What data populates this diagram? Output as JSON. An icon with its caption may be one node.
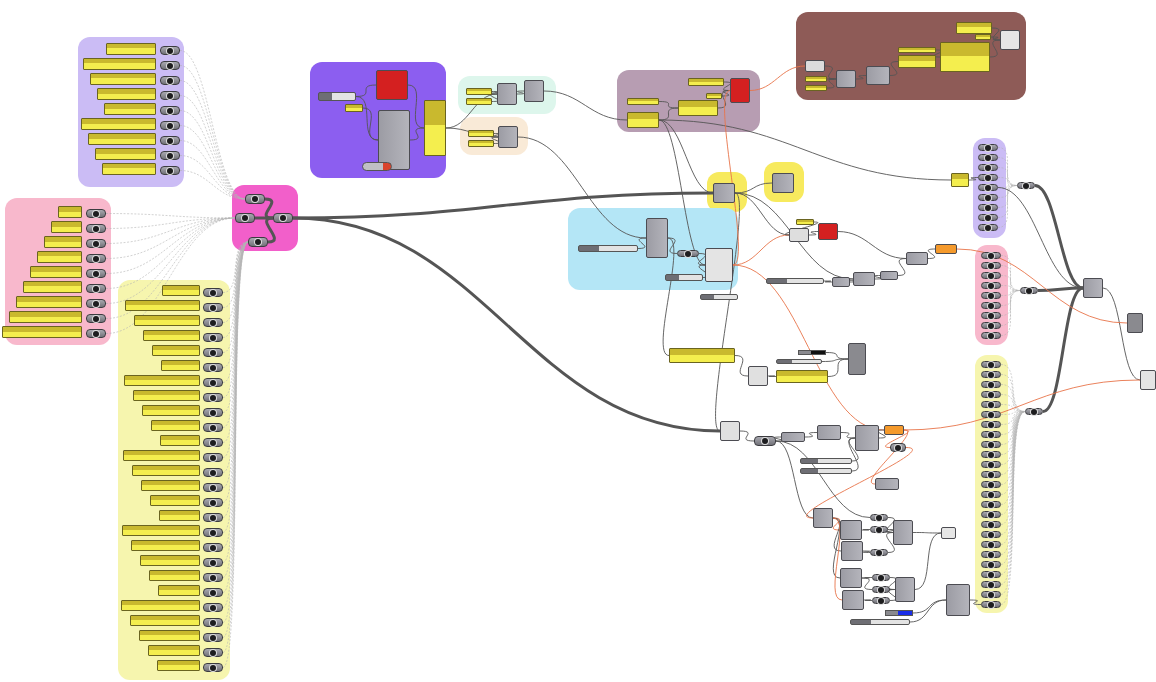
{
  "diagram": {
    "nodes": [
      {
        "text": [],
        "shape": "blob"
      },
      {
        "text": [],
        "shape": "box",
        "in": 0
      },
      {
        "text": [],
        "shape": "pill",
        "in": 0
      },
      {
        "text": [],
        "shape": "box",
        "in": 0
      },
      {
        "text": [],
        "shape": "pill",
        "in": 0
      },
      {
        "text": [],
        "shape": "box",
        "in": 0
      },
      {
        "text": [],
        "shape": "pill",
        "in": 0
      },
      {
        "text": [],
        "shape": "box",
        "in": 0
      },
      {
        "text": [],
        "shape": "pill",
        "in": 0
      },
      {
        "text": [],
        "shape": "box",
        "in": 0
      },
      {
        "text": [],
        "shape": "pill",
        "in": 0
      },
      {
        "text": [],
        "shape": "box",
        "in": 0
      },
      {
        "text": [],
        "shape": "pill",
        "in": 0
      },
      {
        "text": [],
        "shape": "box",
        "in": 0
      },
      {
        "text": [],
        "shape": "pill",
        "in": 0
      },
      {
        "text": [],
        "shape": "box",
        "in": 0
      },
      {
        "text": [],
        "shape": "pill",
        "in": 0
      },
      {
        "text": [],
        "shape": "box",
        "in": 0
      },
      {
        "text": [],
        "shape": "pill",
        "in": 0
      },
      {
        "text": [],
        "shape": "blob"
      },
      {
        "text": [],
        "shape": "box",
        "in": 19
      },
      {
        "text": [],
        "shape": "pill",
        "in": 19
      },
      {
        "text": [],
        "shape": "box",
        "in": 19
      },
      {
        "text": [],
        "shape": "pill",
        "in": 19
      },
      {
        "text": [],
        "shape": "box",
        "in": 19
      },
      {
        "text": [],
        "shape": "pill",
        "in": 19
      },
      {
        "text": [],
        "shape": "box",
        "in": 19
      },
      {
        "text": [],
        "shape": "pill",
        "in": 19
      },
      {
        "text": [],
        "shape": "box",
        "in": 19
      },
      {
        "text": [],
        "shape": "pill",
        "in": 19
      },
      {
        "text": [],
        "shape": "box",
        "in": 19
      },
      {
        "text": [],
        "shape": "pill",
        "in": 19
      },
      {
        "text": [],
        "shape": "box",
        "in": 19
      },
      {
        "text": [],
        "shape": "pill",
        "in": 19
      },
      {
        "text": [],
        "shape": "box",
        "in": 19
      },
      {
        "text": [],
        "shape": "pill",
        "in": 19
      },
      {
        "text": [],
        "shape": "box",
        "in": 19
      },
      {
        "text": [],
        "shape": "pill",
        "in": 19
      },
      {
        "text": [],
        "shape": "blob"
      },
      {
        "text": [],
        "shape": "box",
        "in": 38
      },
      {
        "text": [],
        "shape": "pill",
        "in": 38
      },
      {
        "text": [],
        "shape": "box",
        "in": 38
      },
      {
        "text": [],
        "shape": "pill",
        "in": 38
      },
      {
        "text": [],
        "shape": "box",
        "in": 38
      },
      {
        "text": [],
        "shape": "pill",
        "in": 38
      },
      {
        "text": [],
        "shape": "box",
        "in": 38
      },
      {
        "text": [],
        "shape": "pill",
        "in": 38
      },
      {
        "text": [],
        "shape": "box",
        "in": 38
      },
      {
        "text": [],
        "shape": "pill",
        "in": 38
      },
      {
        "text": [],
        "shape": "box",
        "in": 38
      },
      {
        "text": [],
        "shape": "pill",
        "in": 38
      },
      {
        "text": [],
        "shape": "box",
        "in": 38
      },
      {
        "text": [],
        "shape": "pill",
        "in": 38
      },
      {
        "text": [],
        "shape": "box",
        "in": 38
      },
      {
        "text": [],
        "shape": "pill",
        "in": 38
      },
      {
        "text": [],
        "shape": "box",
        "in": 38
      },
      {
        "text": [],
        "shape": "pill",
        "in": 38
      },
      {
        "text": [],
        "shape": "box",
        "in": 38
      },
      {
        "text": [],
        "shape": "pill",
        "in": 38
      },
      {
        "text": [],
        "shape": "box",
        "in": 38
      },
      {
        "text": [],
        "shape": "pill",
        "in": 38
      },
      {
        "text": [],
        "shape": "box",
        "in": 38
      },
      {
        "text": [],
        "shape": "pill",
        "in": 38
      },
      {
        "text": [],
        "shape": "box",
        "in": 38
      },
      {
        "text": [],
        "shape": "pill",
        "in": 38
      },
      {
        "text": [],
        "shape": "box",
        "in": 38
      },
      {
        "text": [],
        "shape": "pill",
        "in": 38
      },
      {
        "text": [],
        "shape": "box",
        "in": 38
      },
      {
        "text": [],
        "shape": "pill",
        "in": 38
      },
      {
        "text": [],
        "shape": "box",
        "in": 38
      },
      {
        "text": [],
        "shape": "pill",
        "in": 38
      },
      {
        "text": [],
        "shape": "box",
        "in": 38
      },
      {
        "text": [],
        "shape": "pill",
        "in": 38
      },
      {
        "text": [],
        "shape": "box",
        "in": 38
      },
      {
        "text": [],
        "shape": "pill",
        "in": 38
      },
      {
        "text": [],
        "shape": "box",
        "in": 38
      },
      {
        "text": [],
        "shape": "pill",
        "in": 38
      },
      {
        "text": [],
        "shape": "box",
        "in": 38
      },
      {
        "text": [],
        "shape": "pill",
        "in": 38
      },
      {
        "text": [],
        "shape": "box",
        "in": 38
      },
      {
        "text": [],
        "shape": "pill",
        "in": 38
      },
      {
        "text": [],
        "shape": "box",
        "in": 38
      },
      {
        "text": [],
        "shape": "pill",
        "in": 38
      },
      {
        "text": [],
        "shape": "box",
        "in": 38
      },
      {
        "text": [],
        "shape": "pill",
        "in": 38
      },
      {
        "text": [],
        "shape": "box",
        "in": 38
      },
      {
        "text": [],
        "shape": "pill",
        "in": 38
      },
      {
        "text": [],
        "shape": "box",
        "in": 38
      },
      {
        "text": [],
        "shape": "pill",
        "in": 38
      },
      {
        "text": [],
        "shape": "box",
        "in": 38
      },
      {
        "text": [],
        "shape": "pill",
        "in": 38
      },
      {
        "text": [],
        "shape": "blob"
      },
      {
        "text": [],
        "shape": "pill",
        "in": 91
      },
      {
        "text": [],
        "shape": "pill",
        "in": 91
      },
      {
        "text": [],
        "shape": "pill",
        "in": 91
      },
      {
        "text": [],
        "shape": "pill",
        "in": 91
      },
      {
        "text": [],
        "shape": "blob"
      },
      {
        "text": [],
        "shape": "slider",
        "in": 96
      },
      {
        "text": [],
        "shape": "box",
        "in": 96
      },
      {
        "text": [],
        "shape": "block",
        "in": 96
      },
      {
        "text": [],
        "shape": "block",
        "in": 96
      },
      {
        "text": [],
        "shape": "box",
        "in": 96
      },
      {
        "text": [],
        "shape": "button",
        "in": 96
      },
      {
        "text": [],
        "shape": "blob"
      },
      {
        "text": [],
        "shape": "box",
        "in": 103
      },
      {
        "text": [],
        "shape": "box",
        "in": 103
      },
      {
        "text": [],
        "shape": "block",
        "in": 103
      },
      {
        "text": [],
        "shape": "block",
        "in": 103
      },
      {
        "text": [],
        "shape": "blob"
      },
      {
        "text": [],
        "shape": "box",
        "in": 108
      },
      {
        "text": [],
        "shape": "box",
        "in": 108
      },
      {
        "text": [],
        "shape": "block",
        "in": 108
      },
      {
        "text": [],
        "shape": "blob"
      },
      {
        "text": [],
        "shape": "box",
        "in": 112
      },
      {
        "text": [],
        "shape": "box",
        "in": 112
      },
      {
        "text": [],
        "shape": "box",
        "in": 112
      },
      {
        "text": [],
        "shape": "box",
        "in": 112
      },
      {
        "text": [],
        "shape": "box",
        "in": 112
      },
      {
        "text": [],
        "shape": "block",
        "in": 112
      },
      {
        "text": [],
        "shape": "blob"
      },
      {
        "text": [],
        "shape": "block",
        "in": 119
      },
      {
        "text": [],
        "shape": "box",
        "in": 119
      },
      {
        "text": [],
        "shape": "box",
        "in": 119
      },
      {
        "text": [],
        "shape": "block",
        "in": 119
      },
      {
        "text": [],
        "shape": "block",
        "in": 119
      },
      {
        "text": [],
        "shape": "box",
        "in": 119
      },
      {
        "text": [],
        "shape": "box",
        "in": 119
      },
      {
        "text": [],
        "shape": "box",
        "in": 119
      },
      {
        "text": [],
        "shape": "box",
        "in": 119
      },
      {
        "text": [],
        "shape": "box",
        "in": 119
      },
      {
        "text": [],
        "shape": "block",
        "in": 119
      },
      {
        "text": [],
        "shape": "blob"
      },
      {
        "text": [],
        "shape": "block",
        "in": 131
      },
      {
        "text": [],
        "shape": "blob"
      },
      {
        "text": [],
        "shape": "block",
        "in": 133
      },
      {
        "text": [],
        "shape": "blob"
      },
      {
        "text": [],
        "shape": "block",
        "in": 135
      },
      {
        "text": [],
        "shape": "slider",
        "in": 135
      },
      {
        "text": [],
        "shape": "pill",
        "in": 135
      },
      {
        "text": [],
        "shape": "block",
        "in": 135
      },
      {
        "text": [],
        "shape": "slider",
        "in": 135
      },
      {
        "text": [],
        "shape": "box"
      },
      {
        "text": [],
        "shape": "block"
      },
      {
        "text": [],
        "shape": "block"
      },
      {
        "text": [],
        "shape": "block"
      },
      {
        "text": [],
        "shape": "block"
      },
      {
        "text": [],
        "shape": "slider"
      },
      {
        "text": [],
        "shape": "block"
      },
      {
        "text": [],
        "shape": "block"
      },
      {
        "text": [],
        "shape": "block"
      },
      {
        "text": [],
        "shape": "slider"
      },
      {
        "text": [],
        "shape": "box"
      },
      {
        "text": [],
        "shape": "block"
      },
      {
        "text": [],
        "shape": "box"
      },
      {
        "text": [],
        "shape": "bar"
      },
      {
        "text": [],
        "shape": "slider"
      },
      {
        "text": [],
        "shape": "block"
      },
      {
        "text": [],
        "shape": "block"
      },
      {
        "text": [],
        "shape": "pill"
      },
      {
        "text": [],
        "shape": "block"
      },
      {
        "text": [],
        "shape": "block"
      },
      {
        "text": [],
        "shape": "block"
      },
      {
        "text": [],
        "shape": "block"
      },
      {
        "text": [],
        "shape": "pill"
      },
      {
        "text": [],
        "shape": "slider"
      },
      {
        "text": [],
        "shape": "slider"
      },
      {
        "text": [],
        "shape": "block"
      },
      {
        "text": [],
        "shape": "block"
      },
      {
        "text": [],
        "shape": "block"
      },
      {
        "text": [],
        "shape": "block"
      },
      {
        "text": [],
        "shape": "block"
      },
      {
        "text": [],
        "shape": "block"
      },
      {
        "text": [],
        "shape": "pill"
      },
      {
        "text": [],
        "shape": "pill"
      },
      {
        "text": [],
        "shape": "pill"
      },
      {
        "text": [],
        "shape": "pill"
      },
      {
        "text": [],
        "shape": "pill"
      },
      {
        "text": [],
        "shape": "pill"
      },
      {
        "text": [],
        "shape": "block"
      },
      {
        "text": [],
        "shape": "block"
      },
      {
        "text": [],
        "shape": "block"
      },
      {
        "text": [],
        "shape": "bar"
      },
      {
        "text": [],
        "shape": "slider"
      },
      {
        "text": [],
        "shape": "block"
      },
      {
        "text": [],
        "shape": "blob"
      },
      {
        "text": [],
        "shape": "pill",
        "in": 184
      },
      {
        "text": [],
        "shape": "pill",
        "in": 184
      },
      {
        "text": [],
        "shape": "pill",
        "in": 184
      },
      {
        "text": [],
        "shape": "pill",
        "in": 184
      },
      {
        "text": [],
        "shape": "pill",
        "in": 184
      },
      {
        "text": [],
        "shape": "pill",
        "in": 184
      },
      {
        "text": [],
        "shape": "pill",
        "in": 184
      },
      {
        "text": [],
        "shape": "pill",
        "in": 184
      },
      {
        "text": [],
        "shape": "pill",
        "in": 184
      },
      {
        "text": [],
        "shape": "pill"
      },
      {
        "text": [],
        "shape": "box"
      },
      {
        "text": [],
        "shape": "blob"
      },
      {
        "text": [],
        "shape": "pill",
        "in": 196
      },
      {
        "text": [],
        "shape": "pill",
        "in": 196
      },
      {
        "text": [],
        "shape": "pill",
        "in": 196
      },
      {
        "text": [],
        "shape": "pill",
        "in": 196
      },
      {
        "text": [],
        "shape": "pill",
        "in": 196
      },
      {
        "text": [],
        "shape": "pill",
        "in": 196
      },
      {
        "text": [],
        "shape": "pill",
        "in": 196
      },
      {
        "text": [],
        "shape": "pill",
        "in": 196
      },
      {
        "text": [],
        "shape": "pill",
        "in": 196
      },
      {
        "text": [],
        "shape": "pill"
      },
      {
        "text": [],
        "shape": "blob"
      },
      {
        "text": [],
        "shape": "pill",
        "in": 207
      },
      {
        "text": [],
        "shape": "pill",
        "in": 207
      },
      {
        "text": [],
        "shape": "pill",
        "in": 207
      },
      {
        "text": [],
        "shape": "pill",
        "in": 207
      },
      {
        "text": [],
        "shape": "pill",
        "in": 207
      },
      {
        "text": [],
        "shape": "pill",
        "in": 207
      },
      {
        "text": [],
        "shape": "pill",
        "in": 207
      },
      {
        "text": [],
        "shape": "pill",
        "in": 207
      },
      {
        "text": [],
        "shape": "pill",
        "in": 207
      },
      {
        "text": [],
        "shape": "pill",
        "in": 207
      },
      {
        "text": [],
        "shape": "pill",
        "in": 207
      },
      {
        "text": [],
        "shape": "pill",
        "in": 207
      },
      {
        "text": [],
        "shape": "pill",
        "in": 207
      },
      {
        "text": [],
        "shape": "pill",
        "in": 207
      },
      {
        "text": [],
        "shape": "pill",
        "in": 207
      },
      {
        "text": [],
        "shape": "pill",
        "in": 207
      },
      {
        "text": [],
        "shape": "pill",
        "in": 207
      },
      {
        "text": [],
        "shape": "pill",
        "in": 207
      },
      {
        "text": [],
        "shape": "pill",
        "in": 207
      },
      {
        "text": [],
        "shape": "pill",
        "in": 207
      },
      {
        "text": [],
        "shape": "pill",
        "in": 207
      },
      {
        "text": [],
        "shape": "pill",
        "in": 207
      },
      {
        "text": [],
        "shape": "pill",
        "in": 207
      },
      {
        "text": [],
        "shape": "pill",
        "in": 207
      },
      {
        "text": [],
        "shape": "pill",
        "in": 207
      },
      {
        "text": [],
        "shape": "pill"
      },
      {
        "text": [],
        "shape": "block"
      },
      {
        "text": [],
        "shape": "block"
      },
      {
        "text": [],
        "shape": "block"
      }
    ],
    "edges": [
      {
        "from": 2,
        "to": 92,
        "arrow": "none",
        "style": "dashed",
        "color": "#b4b4b4"
      },
      {
        "from": 4,
        "to": 92,
        "arrow": "none",
        "style": "dashed",
        "color": "#b4b4b4"
      },
      {
        "from": 6,
        "to": 92,
        "arrow": "none",
        "style": "dashed",
        "color": "#b4b4b4"
      },
      {
        "from": 8,
        "to": 92,
        "arrow": "none",
        "style": "dashed",
        "color": "#b4b4b4"
      },
      {
        "from": 10,
        "to": 92,
        "arrow": "none",
        "style": "dashed",
        "color": "#b4b4b4"
      },
      {
        "from": 12,
        "to": 92,
        "arrow": "none",
        "style": "dashed",
        "color": "#b4b4b4"
      },
      {
        "from": 14,
        "to": 92,
        "arrow": "none",
        "style": "dashed",
        "color": "#b4b4b4"
      },
      {
        "from": 16,
        "to": 92,
        "arrow": "none",
        "style": "dashed",
        "color": "#b4b4b4"
      },
      {
        "from": 18,
        "to": 92,
        "arrow": "none",
        "style": "dashed",
        "color": "#b4b4b4"
      },
      {
        "from": 21,
        "to": 93,
        "arrow": "none",
        "style": "dashed",
        "color": "#b4b4b4"
      },
      {
        "from": 23,
        "to": 93,
        "arrow": "none",
        "style": "dashed",
        "color": "#b4b4b4"
      },
      {
        "from": 25,
        "to": 93,
        "arrow": "none",
        "style": "dashed",
        "color": "#b4b4b4"
      },
      {
        "from": 27,
        "to": 93,
        "arrow": "none",
        "style": "dashed",
        "color": "#b4b4b4"
      },
      {
        "from": 29,
        "to": 93,
        "arrow": "none",
        "style": "dashed",
        "color": "#b4b4b4"
      },
      {
        "from": 31,
        "to": 93,
        "arrow": "none",
        "style": "dashed",
        "color": "#b4b4b4"
      },
      {
        "from": 33,
        "to": 93,
        "arrow": "none",
        "style": "dashed",
        "color": "#b4b4b4"
      },
      {
        "from": 35,
        "to": 93,
        "arrow": "none",
        "style": "dashed",
        "color": "#b4b4b4"
      },
      {
        "from": 37,
        "to": 93,
        "arrow": "none",
        "style": "dashed",
        "color": "#b4b4b4"
      },
      {
        "from": 40,
        "to": 94,
        "arrow": "none",
        "style": "dashed",
        "color": "#b4b4b4"
      },
      {
        "from": 42,
        "to": 94,
        "arrow": "none",
        "style": "dashed",
        "color": "#b4b4b4"
      },
      {
        "from": 44,
        "to": 94,
        "arrow": "none",
        "style": "dashed",
        "color": "#b4b4b4"
      },
      {
        "from": 46,
        "to": 94,
        "arrow": "none",
        "style": "dashed",
        "color": "#b4b4b4"
      },
      {
        "from": 48,
        "to": 94,
        "arrow": "none",
        "style": "dashed",
        "color": "#b4b4b4"
      },
      {
        "from": 50,
        "to": 94,
        "arrow": "none",
        "style": "dashed",
        "color": "#b4b4b4"
      },
      {
        "from": 52,
        "to": 94,
        "arrow": "none",
        "style": "dashed",
        "color": "#b4b4b4"
      },
      {
        "from": 54,
        "to": 94,
        "arrow": "none",
        "style": "dashed",
        "color": "#b4b4b4"
      },
      {
        "from": 56,
        "to": 94,
        "arrow": "none",
        "style": "dashed",
        "color": "#b4b4b4"
      },
      {
        "from": 58,
        "to": 94,
        "arrow": "none",
        "style": "dashed",
        "color": "#b4b4b4"
      },
      {
        "from": 60,
        "to": 94,
        "arrow": "none",
        "style": "dashed",
        "color": "#b4b4b4"
      },
      {
        "from": 62,
        "to": 94,
        "arrow": "none",
        "style": "dashed",
        "color": "#b4b4b4"
      },
      {
        "from": 64,
        "to": 94,
        "arrow": "none",
        "style": "dashed",
        "color": "#b4b4b4"
      },
      {
        "from": 66,
        "to": 94,
        "arrow": "none",
        "style": "dashed",
        "color": "#b4b4b4"
      },
      {
        "from": 68,
        "to": 94,
        "arrow": "none",
        "style": "dashed",
        "color": "#b4b4b4"
      },
      {
        "from": 70,
        "to": 94,
        "arrow": "none",
        "style": "dashed",
        "color": "#b4b4b4"
      },
      {
        "from": 72,
        "to": 94,
        "arrow": "none",
        "style": "dashed",
        "color": "#b4b4b4"
      },
      {
        "from": 74,
        "to": 94,
        "arrow": "none",
        "style": "dashed",
        "color": "#b4b4b4"
      },
      {
        "from": 76,
        "to": 94,
        "arrow": "none",
        "style": "dashed",
        "color": "#b4b4b4"
      },
      {
        "from": 78,
        "to": 94,
        "arrow": "none",
        "style": "dashed",
        "color": "#b4b4b4"
      },
      {
        "from": 80,
        "to": 94,
        "arrow": "none",
        "style": "dashed",
        "color": "#b4b4b4"
      },
      {
        "from": 82,
        "to": 94,
        "arrow": "none",
        "style": "dashed",
        "color": "#b4b4b4"
      },
      {
        "from": 84,
        "to": 94,
        "arrow": "none",
        "style": "dashed",
        "color": "#b4b4b4"
      },
      {
        "from": 86,
        "to": 94,
        "arrow": "none",
        "style": "dashed",
        "color": "#b4b4b4"
      },
      {
        "from": 88,
        "to": 94,
        "arrow": "none",
        "style": "dashed",
        "color": "#b4b4b4"
      },
      {
        "from": 90,
        "to": 94,
        "arrow": "none",
        "style": "dashed",
        "color": "#b4b4b4"
      },
      {
        "from": 185,
        "to": 194,
        "arrow": "none",
        "style": "dashed",
        "color": "#b4b4b4"
      },
      {
        "from": 186,
        "to": 194,
        "arrow": "none",
        "style": "dashed",
        "color": "#b4b4b4"
      },
      {
        "from": 187,
        "to": 194,
        "arrow": "none",
        "style": "dashed",
        "color": "#b4b4b4"
      },
      {
        "from": 188,
        "to": 194,
        "arrow": "none",
        "style": "dashed",
        "color": "#b4b4b4"
      },
      {
        "from": 189,
        "to": 194,
        "arrow": "none",
        "style": "dashed",
        "color": "#b4b4b4"
      },
      {
        "from": 190,
        "to": 194,
        "arrow": "none",
        "style": "dashed",
        "color": "#b4b4b4"
      },
      {
        "from": 191,
        "to": 194,
        "arrow": "none",
        "style": "dashed",
        "color": "#b4b4b4"
      },
      {
        "from": 192,
        "to": 194,
        "arrow": "none",
        "style": "dashed",
        "color": "#b4b4b4"
      },
      {
        "from": 193,
        "to": 194,
        "arrow": "none",
        "style": "dashed",
        "color": "#b4b4b4"
      },
      {
        "from": 197,
        "to": 206,
        "arrow": "none",
        "style": "dashed",
        "color": "#b4b4b4"
      },
      {
        "from": 198,
        "to": 206,
        "arrow": "none",
        "style": "dashed",
        "color": "#b4b4b4"
      },
      {
        "from": 199,
        "to": 206,
        "arrow": "none",
        "style": "dashed",
        "color": "#b4b4b4"
      },
      {
        "from": 200,
        "to": 206,
        "arrow": "none",
        "style": "dashed",
        "color": "#b4b4b4"
      },
      {
        "from": 201,
        "to": 206,
        "arrow": "none",
        "style": "dashed",
        "color": "#b4b4b4"
      },
      {
        "from": 202,
        "to": 206,
        "arrow": "none",
        "style": "dashed",
        "color": "#b4b4b4"
      },
      {
        "from": 203,
        "to": 206,
        "arrow": "none",
        "style": "dashed",
        "color": "#b4b4b4"
      },
      {
        "from": 204,
        "to": 206,
        "arrow": "none",
        "style": "dashed",
        "color": "#b4b4b4"
      },
      {
        "from": 205,
        "to": 206,
        "arrow": "none",
        "style": "dashed",
        "color": "#b4b4b4"
      },
      {
        "from": 208,
        "to": 233,
        "arrow": "none",
        "style": "dashed",
        "color": "#b4b4b4"
      },
      {
        "from": 209,
        "to": 233,
        "arrow": "none",
        "style": "dashed",
        "color": "#b4b4b4"
      },
      {
        "from": 210,
        "to": 233,
        "arrow": "none",
        "style": "dashed",
        "color": "#b4b4b4"
      },
      {
        "from": 211,
        "to": 233,
        "arrow": "none",
        "style": "dashed",
        "color": "#b4b4b4"
      },
      {
        "from": 212,
        "to": 233,
        "arrow": "none",
        "style": "dashed",
        "color": "#b4b4b4"
      },
      {
        "from": 213,
        "to": 233,
        "arrow": "none",
        "style": "dashed",
        "color": "#b4b4b4"
      },
      {
        "from": 214,
        "to": 233,
        "arrow": "none",
        "style": "dashed",
        "color": "#b4b4b4"
      },
      {
        "from": 215,
        "to": 233,
        "arrow": "none",
        "style": "dashed",
        "color": "#b4b4b4"
      },
      {
        "from": 216,
        "to": 233,
        "arrow": "none",
        "style": "dashed",
        "color": "#b4b4b4"
      },
      {
        "from": 217,
        "to": 233,
        "arrow": "none",
        "style": "dashed",
        "color": "#b4b4b4"
      },
      {
        "from": 218,
        "to": 233,
        "arrow": "none",
        "style": "dashed",
        "color": "#b4b4b4"
      },
      {
        "from": 219,
        "to": 233,
        "arrow": "none",
        "style": "dashed",
        "color": "#b4b4b4"
      },
      {
        "from": 220,
        "to": 233,
        "arrow": "none",
        "style": "dashed",
        "color": "#b4b4b4"
      },
      {
        "from": 221,
        "to": 233,
        "arrow": "none",
        "style": "dashed",
        "color": "#b4b4b4"
      },
      {
        "from": 222,
        "to": 233,
        "arrow": "none",
        "style": "dashed",
        "color": "#b4b4b4"
      },
      {
        "from": 223,
        "to": 233,
        "arrow": "none",
        "style": "dashed",
        "color": "#b4b4b4"
      },
      {
        "from": 224,
        "to": 233,
        "arrow": "none",
        "style": "dashed",
        "color": "#b4b4b4"
      },
      {
        "from": 225,
        "to": 233,
        "arrow": "none",
        "style": "dashed",
        "color": "#b4b4b4"
      },
      {
        "from": 226,
        "to": 233,
        "arrow": "none",
        "style": "dashed",
        "color": "#b4b4b4"
      },
      {
        "from": 227,
        "to": 233,
        "arrow": "none",
        "style": "dashed",
        "color": "#b4b4b4"
      },
      {
        "from": 228,
        "to": 233,
        "arrow": "none",
        "style": "dashed",
        "color": "#b4b4b4"
      },
      {
        "from": 229,
        "to": 233,
        "arrow": "none",
        "style": "dashed",
        "color": "#b4b4b4"
      },
      {
        "from": 230,
        "to": 233,
        "arrow": "none",
        "style": "dashed",
        "color": "#b4b4b4"
      },
      {
        "from": 231,
        "to": 233,
        "arrow": "none",
        "style": "dashed",
        "color": "#b4b4b4"
      },
      {
        "from": 232,
        "to": 233,
        "arrow": "none",
        "style": "dashed",
        "color": "#b4b4b4"
      },
      {
        "from": 92,
        "to": 95,
        "arrow": "none",
        "style": "thick"
      },
      {
        "from": 93,
        "to": 95,
        "arrow": "none",
        "style": "thick"
      },
      {
        "from": 94,
        "to": 95,
        "arrow": "none",
        "style": "thick"
      },
      {
        "from": 95,
        "to": 132,
        "arrow": "none",
        "style": "thick"
      },
      {
        "from": 95,
        "to": 157,
        "arrow": "none",
        "style": "thick"
      },
      {
        "from": 194,
        "to": 234,
        "arrow": "none",
        "style": "thick"
      },
      {
        "from": 206,
        "to": 234,
        "arrow": "none",
        "style": "thick"
      },
      {
        "from": 233,
        "to": 234,
        "arrow": "none",
        "style": "thick"
      },
      {
        "from": 234,
        "to": 236,
        "arrow": "none"
      },
      {
        "from": 189,
        "to": 234,
        "arrow": "none"
      },
      {
        "from": 195,
        "to": 188,
        "arrow": "none"
      },
      {
        "from": 145,
        "to": 235,
        "arrow": "none",
        "color": "#e8744a"
      },
      {
        "from": 162,
        "to": 236,
        "arrow": "none",
        "color": "#e8744a"
      },
      {
        "from": 97,
        "to": 99,
        "arrow": "none"
      },
      {
        "from": 97,
        "to": 100,
        "arrow": "none"
      },
      {
        "from": 98,
        "to": 100,
        "arrow": "none"
      },
      {
        "from": 99,
        "to": 101,
        "arrow": "none"
      },
      {
        "from": 100,
        "to": 101,
        "arrow": "none"
      },
      {
        "from": 101,
        "to": 106,
        "arrow": "none"
      },
      {
        "from": 101,
        "to": 111,
        "arrow": "none"
      },
      {
        "from": 104,
        "to": 106,
        "arrow": "none"
      },
      {
        "from": 105,
        "to": 106,
        "arrow": "none"
      },
      {
        "from": 106,
        "to": 107,
        "arrow": "none"
      },
      {
        "from": 109,
        "to": 111,
        "arrow": "none"
      },
      {
        "from": 110,
        "to": 111,
        "arrow": "none"
      },
      {
        "from": 107,
        "to": 114,
        "arrow": "none"
      },
      {
        "from": 111,
        "to": 136,
        "arrow": "none"
      },
      {
        "from": 113,
        "to": 117,
        "arrow": "none"
      },
      {
        "from": 114,
        "to": 117,
        "arrow": "none"
      },
      {
        "from": 115,
        "to": 118,
        "arrow": "none"
      },
      {
        "from": 116,
        "to": 118,
        "arrow": "none"
      },
      {
        "from": 117,
        "to": 118,
        "arrow": "none"
      },
      {
        "from": 114,
        "to": 132,
        "arrow": "none"
      },
      {
        "from": 114,
        "to": 139,
        "arrow": "none"
      },
      {
        "from": 114,
        "to": 195,
        "arrow": "none"
      },
      {
        "from": 118,
        "to": 120,
        "arrow": "none",
        "color": "#e8744a"
      },
      {
        "from": 120,
        "to": 123,
        "arrow": "none"
      },
      {
        "from": 121,
        "to": 123,
        "arrow": "none"
      },
      {
        "from": 122,
        "to": 123,
        "arrow": "none"
      },
      {
        "from": 123,
        "to": 124,
        "arrow": "none"
      },
      {
        "from": 124,
        "to": 126,
        "arrow": "none"
      },
      {
        "from": 125,
        "to": 129,
        "arrow": "none"
      },
      {
        "from": 127,
        "to": 130,
        "arrow": "none"
      },
      {
        "from": 128,
        "to": 130,
        "arrow": "none"
      },
      {
        "from": 129,
        "to": 130,
        "arrow": "none"
      },
      {
        "from": 132,
        "to": 134,
        "arrow": "none"
      },
      {
        "from": 132,
        "to": 142,
        "arrow": "none"
      },
      {
        "from": 132,
        "to": 148,
        "arrow": "none"
      },
      {
        "from": 132,
        "to": 157,
        "arrow": "none"
      },
      {
        "from": 137,
        "to": 136,
        "arrow": "none"
      },
      {
        "from": 136,
        "to": 138,
        "arrow": "none"
      },
      {
        "from": 138,
        "to": 139,
        "arrow": "none"
      },
      {
        "from": 140,
        "to": 139,
        "arrow": "none"
      },
      {
        "from": 139,
        "to": 118,
        "arrow": "none",
        "color": "#e8744a"
      },
      {
        "from": 139,
        "to": 142,
        "arrow": "none",
        "color": "#e8744a"
      },
      {
        "from": 139,
        "to": 162,
        "arrow": "none",
        "color": "#e8744a"
      },
      {
        "from": 141,
        "to": 142,
        "arrow": "none"
      },
      {
        "from": 142,
        "to": 143,
        "arrow": "none"
      },
      {
        "from": 143,
        "to": 144,
        "arrow": "none"
      },
      {
        "from": 144,
        "to": 145,
        "arrow": "none"
      },
      {
        "from": 146,
        "to": 147,
        "arrow": "none"
      },
      {
        "from": 147,
        "to": 148,
        "arrow": "none"
      },
      {
        "from": 148,
        "to": 149,
        "arrow": "none"
      },
      {
        "from": 149,
        "to": 144,
        "arrow": "none"
      },
      {
        "from": 136,
        "to": 151,
        "arrow": "none"
      },
      {
        "from": 151,
        "to": 152,
        "arrow": "none"
      },
      {
        "from": 152,
        "to": 153,
        "arrow": "none"
      },
      {
        "from": 153,
        "to": 156,
        "arrow": "none"
      },
      {
        "from": 154,
        "to": 156,
        "arrow": "none"
      },
      {
        "from": 155,
        "to": 156,
        "arrow": "none"
      },
      {
        "from": 157,
        "to": 158,
        "arrow": "none"
      },
      {
        "from": 158,
        "to": 159,
        "arrow": "none"
      },
      {
        "from": 159,
        "to": 160,
        "arrow": "none"
      },
      {
        "from": 160,
        "to": 161,
        "arrow": "none"
      },
      {
        "from": 161,
        "to": 162,
        "arrow": "none"
      },
      {
        "from": 162,
        "to": 163,
        "arrow": "none",
        "color": "#e8744a"
      },
      {
        "from": 164,
        "to": 161,
        "arrow": "none"
      },
      {
        "from": 165,
        "to": 161,
        "arrow": "none"
      },
      {
        "from": 162,
        "to": 166,
        "arrow": "none",
        "color": "#e8744a"
      },
      {
        "from": 158,
        "to": 167,
        "arrow": "none"
      },
      {
        "from": 163,
        "to": 167,
        "arrow": "none",
        "color": "#e8744a"
      },
      {
        "from": 167,
        "to": 168,
        "arrow": "none",
        "color": "#e8744a"
      },
      {
        "from": 167,
        "to": 169,
        "arrow": "none"
      },
      {
        "from": 167,
        "to": 170,
        "arrow": "none"
      },
      {
        "from": 167,
        "to": 171,
        "arrow": "none",
        "color": "#e8744a"
      },
      {
        "from": 158,
        "to": 172,
        "arrow": "none"
      },
      {
        "from": 168,
        "to": 173,
        "arrow": "none"
      },
      {
        "from": 169,
        "to": 174,
        "arrow": "none"
      },
      {
        "from": 170,
        "to": 175,
        "arrow": "none"
      },
      {
        "from": 170,
        "to": 176,
        "arrow": "none"
      },
      {
        "from": 171,
        "to": 177,
        "arrow": "none"
      },
      {
        "from": 172,
        "to": 178,
        "arrow": "none"
      },
      {
        "from": 173,
        "to": 178,
        "arrow": "none"
      },
      {
        "from": 174,
        "to": 178,
        "arrow": "none"
      },
      {
        "from": 175,
        "to": 179,
        "arrow": "none"
      },
      {
        "from": 176,
        "to": 179,
        "arrow": "none"
      },
      {
        "from": 177,
        "to": 179,
        "arrow": "none"
      },
      {
        "from": 178,
        "to": 180,
        "arrow": "none"
      },
      {
        "from": 179,
        "to": 180,
        "arrow": "none"
      },
      {
        "from": 181,
        "to": 183,
        "arrow": "none"
      },
      {
        "from": 182,
        "to": 183,
        "arrow": "none"
      },
      {
        "from": 183,
        "to": 232,
        "arrow": "none"
      }
    ]
  }
}
